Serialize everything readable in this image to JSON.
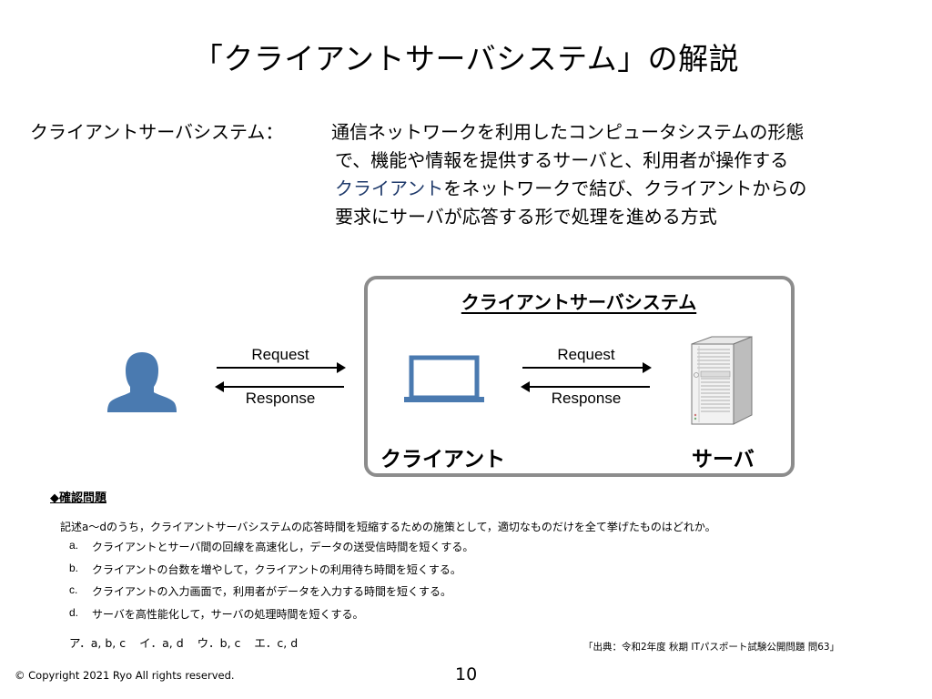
{
  "slide": {
    "title": "「クライアントサーバシステム」の解説",
    "page_number": "10",
    "copyright": "© Copyright 2021 Ryo All rights reserved."
  },
  "definition": {
    "term": "クライアントサーバシステム：",
    "lines": [
      "通信ネットワークを利用したコンピュータシステムの形態",
      "で、機能や情報を提供するサーバと、利用者が操作する"
    ],
    "line3_highlight": "クライアント",
    "line3_rest": "をネットワークで結び、クライアントからの",
    "line4": "要求にサーバが応答する形で処理を進める方式",
    "highlight_color": "#1f3a6b"
  },
  "diagram": {
    "box_title": "クライアントサーバシステム",
    "box_border_color": "#8c8c8c",
    "icon_color": "#4a7ab0",
    "left_arrows": {
      "request_label": "Request",
      "response_label": "Response"
    },
    "right_arrows": {
      "request_label": "Request",
      "response_label": "Response"
    },
    "user_icon": "person-silhouette-icon",
    "client_icon": "laptop-icon",
    "server_icon": "tower-server-icon",
    "client_label": "クライアント",
    "server_label": "サーバ"
  },
  "quiz": {
    "heading": "◆確認問題",
    "question": "記述a〜dのうち，クライアントサーバシステムの応答時間を短縮するための施策として，適切なものだけを全て挙げたものはどれか。",
    "options": [
      {
        "key": "a.",
        "text": "クライアントとサーバ間の回線を高速化し，データの送受信時間を短くする。"
      },
      {
        "key": "b.",
        "text": "クライアントの台数を増やして，クライアントの利用待ち時間を短くする。"
      },
      {
        "key": "c.",
        "text": "クライアントの入力画面で，利用者がデータを入力する時間を短くする。"
      },
      {
        "key": "d.",
        "text": "サーバを高性能化して，サーバの処理時間を短くする。"
      }
    ],
    "answers": [
      "ア．a, b, c",
      "イ．a, d",
      "ウ．b, c",
      "エ．c, d"
    ],
    "source": "「出典：令和2年度 秋期 ITパスポート試験公開問題 問63」"
  }
}
